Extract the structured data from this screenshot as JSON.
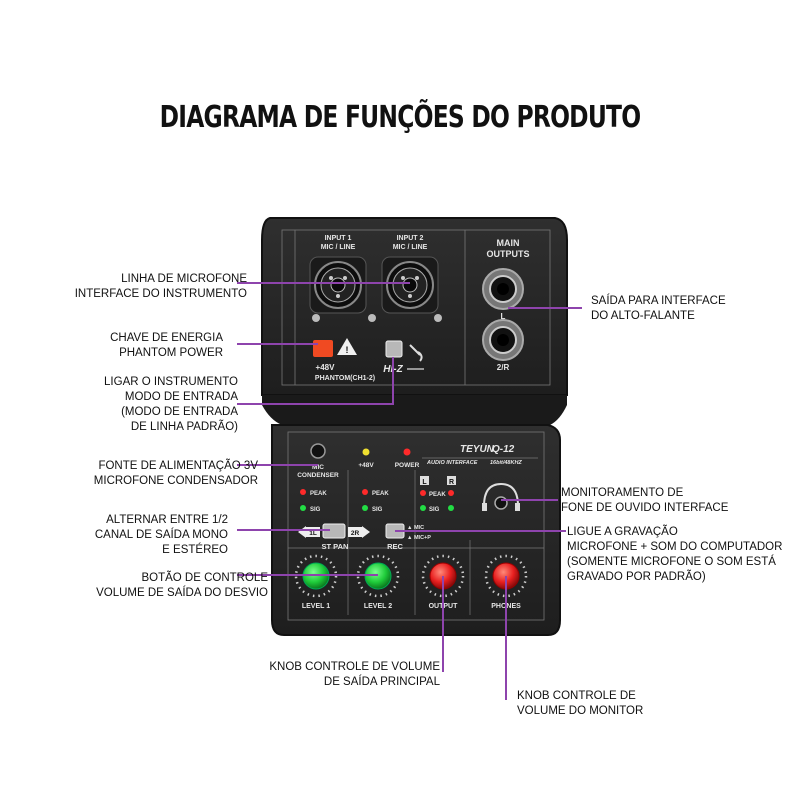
{
  "title": "DIAGRAMA DE FUNÇÕES DO PRODUTO",
  "callouts": {
    "mic_line": "LINHA DE MICROFONE\nINTERFACE DO INSTRUMENTO",
    "phantom": "CHAVE DE ENERGIA\nPHANTOM POWER",
    "hiz": "LIGAR O INSTRUMENTO\nMODO DE ENTRADA\n(MODO DE ENTRADA\nDE LINHA PADRÃO)",
    "mic_cond": "FONTE DE ALIMENTAÇÃO 3V\nMICROFONE CONDENSADOR",
    "st_pan": "ALTERNAR ENTRE 1/2\nCANAL DE SAÍDA MONO\nE ESTÉREO",
    "level": "BOTÃO DE CONTROLE\nVOLUME DE SAÍDA DO DESVIO",
    "outputs": "SAÍDA PARA INTERFACE\nDO ALTO-FALANTE",
    "phones_mon": "MONITORAMENTO DE\nFONE DE OUVIDO INTERFACE",
    "rec": "LIGUE A GRAVAÇÃO\nMICROFONE + SOM DO COMPUTADOR\n(SOMENTE MICROFONE O SOM ESTÁ\nGRAVADO POR PADRÃO)",
    "output_knob": "KNOB CONTROLE DE VOLUME\nDE SAÍDA PRINCIPAL",
    "monitor_knob": "KNOB CONTROLE DE\nVOLUME DO MONITOR"
  },
  "device": {
    "input1": "INPUT 1",
    "input2": "INPUT 2",
    "mic_line": "MIC / LINE",
    "main": "MAIN",
    "outputs": "OUTPUTS",
    "plus48": "+48V",
    "phantom": "PHANTOM(CH1-2)",
    "hiz": "HI-Z",
    "l": "L",
    "r2": "2/R",
    "brand": "TEYUN",
    "model": "Q-12",
    "sub": "AUDIO INTERFACE",
    "spec": "16bit/48KHZ",
    "mic": "MIC",
    "condenser": "CONDENSER",
    "plus48_led": "+48V",
    "power": "POWER",
    "peak": "PEAK",
    "sig": "SIG",
    "L": "L",
    "R": "R",
    "one_l": "1L",
    "two_r": "2R",
    "st_pan": "ST PAN",
    "rec": "REC",
    "mic_opt": "▲ MIC",
    "micp_opt": "▲ MIC+P",
    "level1": "LEVEL 1",
    "level2": "LEVEL 2",
    "output": "OUTPUT",
    "phones": "PHONES"
  },
  "colors": {
    "panel": "#2a2a2a",
    "callout_line": "#8e44ad",
    "knob_green": "#1fcc3a",
    "knob_red": "#e81f1f",
    "switch_red": "#f04a22",
    "led_red": "#ff2a2a",
    "led_green": "#22dd44",
    "led_yellow": "#f0e030"
  }
}
